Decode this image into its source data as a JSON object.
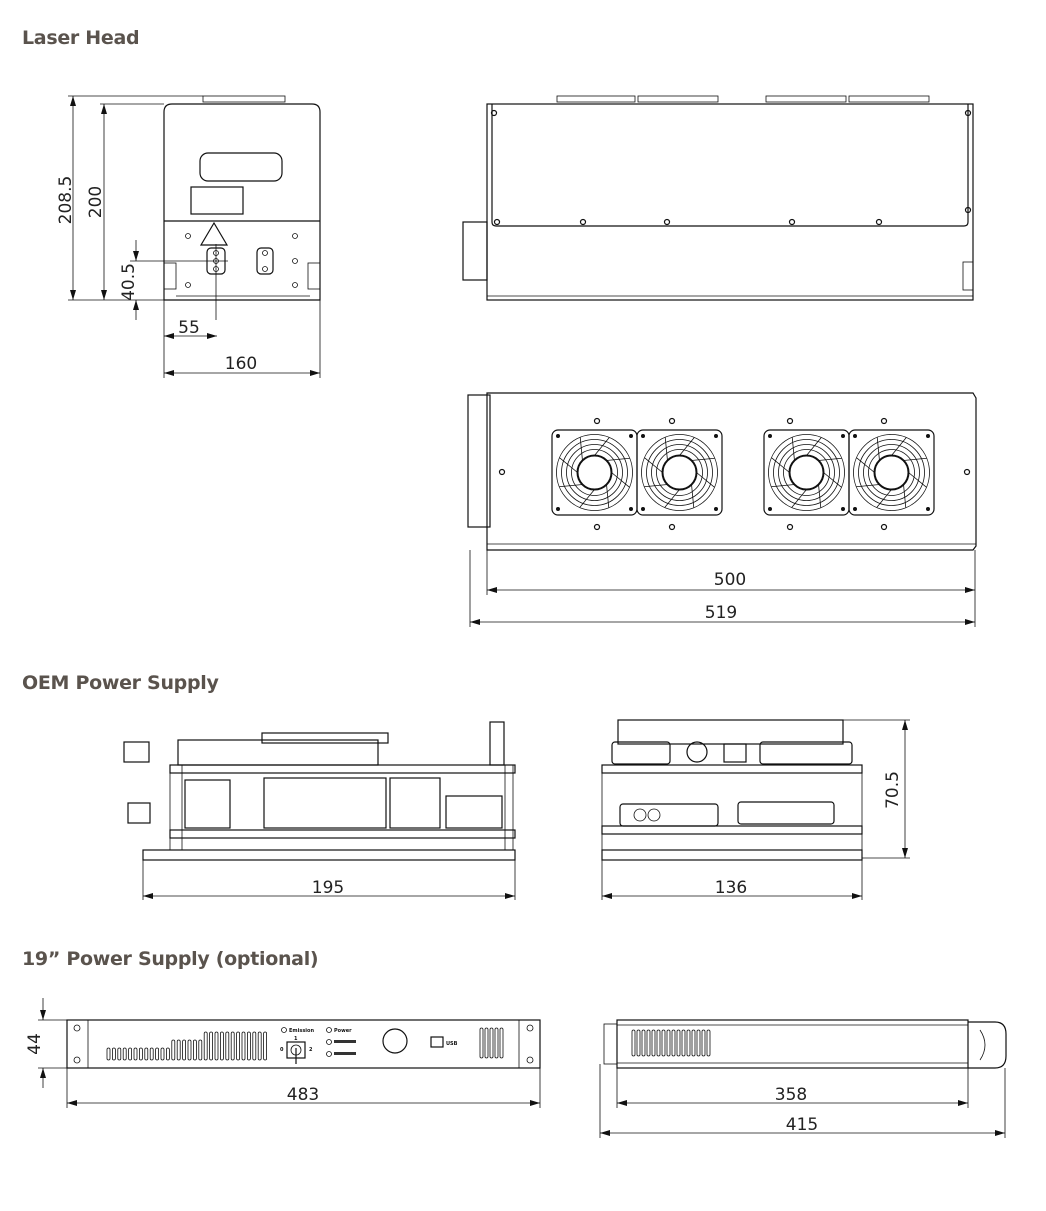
{
  "sections": {
    "laser_head": {
      "title": "Laser Head",
      "dimensions": {
        "overall_height": "208.5",
        "body_height": "200",
        "beam_height": "40.5",
        "beam_offset": "55",
        "width": "160",
        "body_length": "500",
        "overall_length": "519"
      }
    },
    "oem_power_supply": {
      "title": "OEM Power Supply",
      "dimensions": {
        "length": "195",
        "width": "136",
        "height": "70.5"
      }
    },
    "rack_power_supply": {
      "title": "19” Power Supply (optional)",
      "dimensions": {
        "height": "44",
        "width": "483",
        "body_depth": "358",
        "overall_depth": "415"
      },
      "panel_labels": {
        "emission": "Emission",
        "power": "Power",
        "usb": "USB",
        "switch_0": "0",
        "switch_1": "1",
        "switch_2": "2"
      }
    }
  }
}
